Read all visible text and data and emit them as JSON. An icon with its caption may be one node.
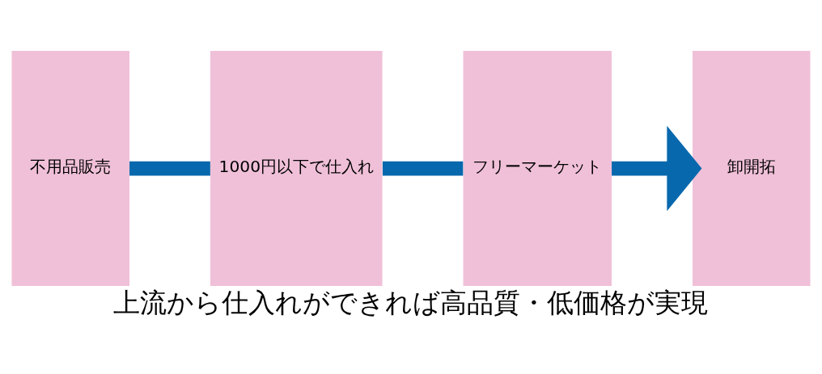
{
  "diagram": {
    "caption": "上流から仕入れができれば高品質・低価格が実現",
    "nodes": [
      {
        "text": [
          "不用品販売"
        ]
      },
      {
        "text": [
          "1000円以下で仕入れ"
        ]
      },
      {
        "text": [
          "フリーマーケット"
        ]
      },
      {
        "text": [
          "卸開拓"
        ]
      }
    ],
    "edges": [
      {
        "from": 0,
        "to": 1,
        "arrow": "none"
      },
      {
        "from": 1,
        "to": 2,
        "arrow": "none"
      },
      {
        "from": 2,
        "to": 3,
        "arrow": "to"
      }
    ]
  }
}
